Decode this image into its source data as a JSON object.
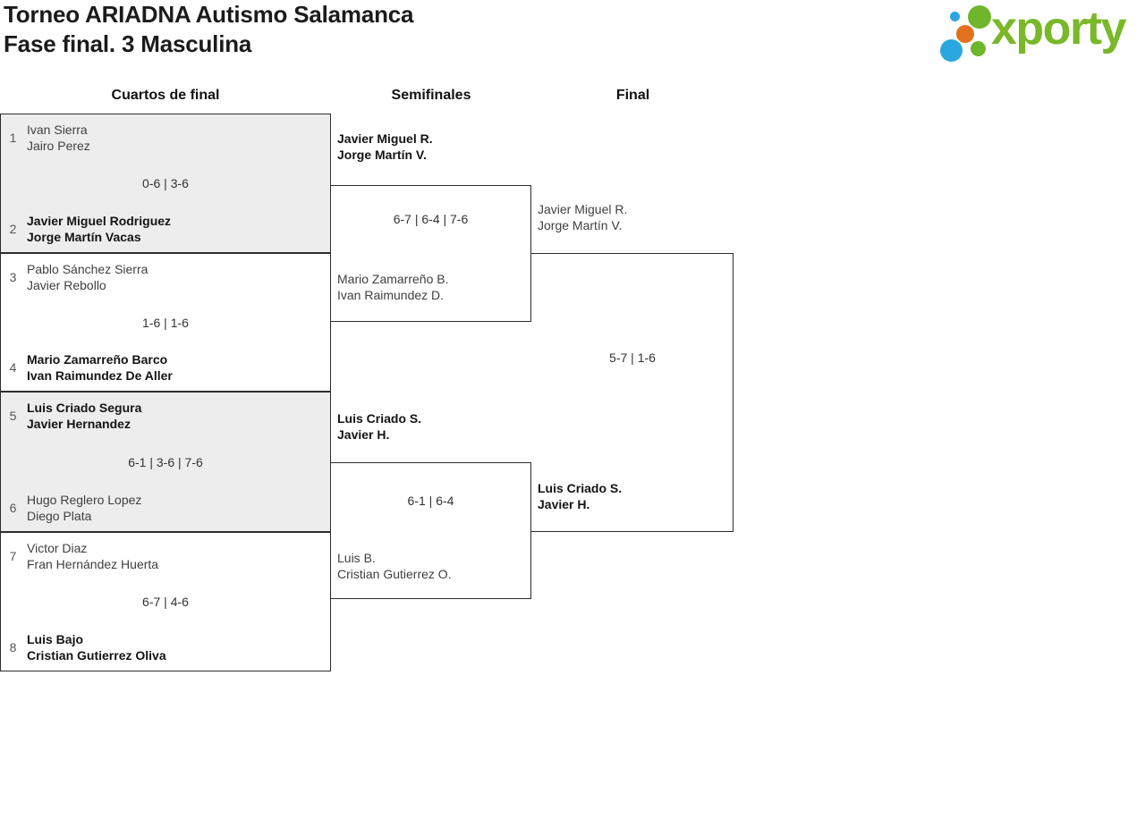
{
  "title": {
    "line1": "Torneo ARIADNA Autismo Salamanca",
    "line2": "Fase final. 3 Masculina"
  },
  "logo": {
    "brand": "xporty",
    "dots": [
      "blue-small",
      "green-large",
      "orange",
      "blue-large",
      "green-small"
    ]
  },
  "columns": {
    "quarterfinals": "Cuartos de final",
    "semifinals": "Semifinales",
    "final": "Final"
  },
  "colors": {
    "brand_green": "#79b829",
    "brand_blue": "#2aa7de",
    "brand_orange": "#e2711d",
    "box_gray": "#ededed",
    "border": "#2c2c2c"
  },
  "bracket": {
    "quarterfinals": [
      {
        "seed_top": "1",
        "top": [
          "Ivan Sierra",
          "Jairo Perez"
        ],
        "top_winner": false,
        "score": "0-6 | 3-6",
        "seed_bottom": "2",
        "bottom": [
          "Javier Miguel Rodriguez",
          "Jorge Martín Vacas"
        ],
        "bottom_winner": true
      },
      {
        "seed_top": "3",
        "top": [
          "Pablo Sánchez Sierra",
          "Javier Rebollo"
        ],
        "top_winner": false,
        "score": "1-6 | 1-6",
        "seed_bottom": "4",
        "bottom": [
          "Mario Zamarreño Barco",
          "Ivan Raimundez De Aller"
        ],
        "bottom_winner": true
      },
      {
        "seed_top": "5",
        "top": [
          "Luis Criado Segura",
          "Javier Hernandez"
        ],
        "top_winner": true,
        "score": "6-1 | 3-6 | 7-6",
        "seed_bottom": "6",
        "bottom": [
          "Hugo Reglero Lopez",
          "Diego Plata"
        ],
        "bottom_winner": false
      },
      {
        "seed_top": "7",
        "top": [
          "Victor Diaz",
          "Fran Hernández Huerta"
        ],
        "top_winner": false,
        "score": "6-7 | 4-6",
        "seed_bottom": "8",
        "bottom": [
          "Luis Bajo",
          "Cristian Gutierrez Oliva"
        ],
        "bottom_winner": true
      }
    ],
    "semifinals": [
      {
        "top": [
          "Javier Miguel R.",
          "Jorge Martín V."
        ],
        "top_winner": true,
        "score": "6-7 | 6-4 | 7-6",
        "bottom": [
          "Mario Zamarreño B.",
          "Ivan Raimundez D."
        ],
        "bottom_winner": false
      },
      {
        "top": [
          "Luis Criado S.",
          "Javier H."
        ],
        "top_winner": true,
        "score": "6-1 | 6-4",
        "bottom": [
          "Luis B.",
          "Cristian Gutierrez O."
        ],
        "bottom_winner": false
      }
    ],
    "final": {
      "top": [
        "Javier Miguel R.",
        "Jorge Martín V."
      ],
      "top_winner": false,
      "score": "5-7 | 1-6",
      "bottom": [
        "Luis Criado S.",
        "Javier H."
      ],
      "bottom_winner": true
    }
  }
}
